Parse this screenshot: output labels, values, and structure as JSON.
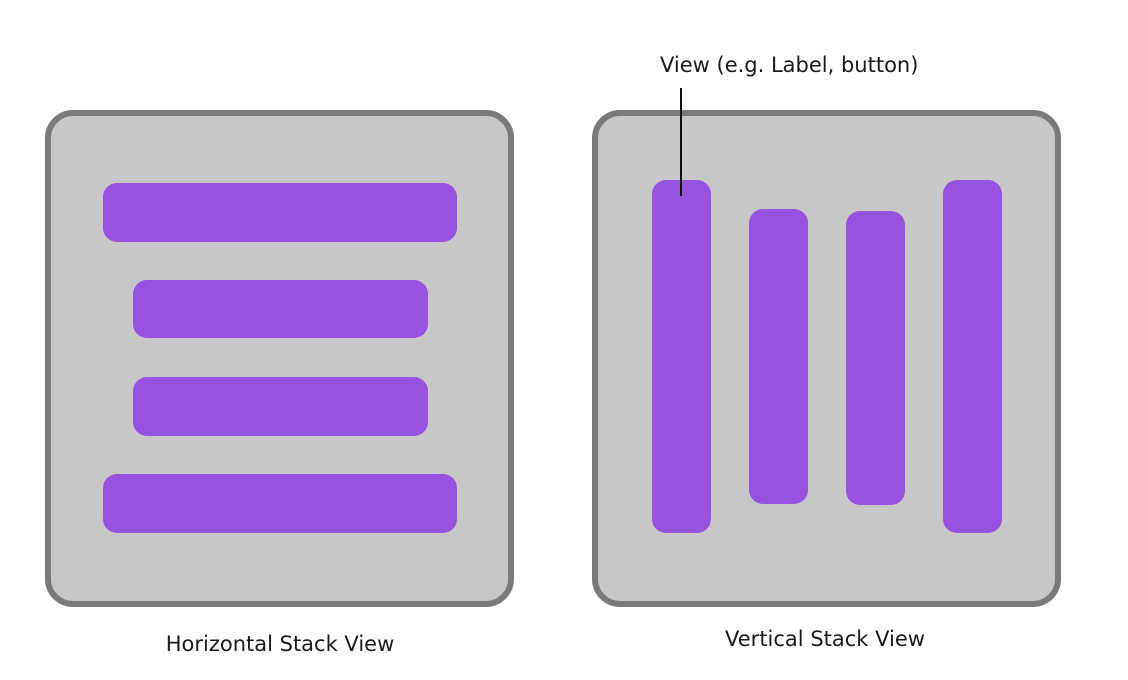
{
  "annotation": {
    "label": "View (e.g. Label, button)"
  },
  "captions": {
    "left": "Horizontal Stack View",
    "right": "Vertical Stack View"
  },
  "colors": {
    "panel_fill": "#c7c7c7",
    "panel_border": "#7a7a7a",
    "bar_fill": "#9852e0"
  }
}
